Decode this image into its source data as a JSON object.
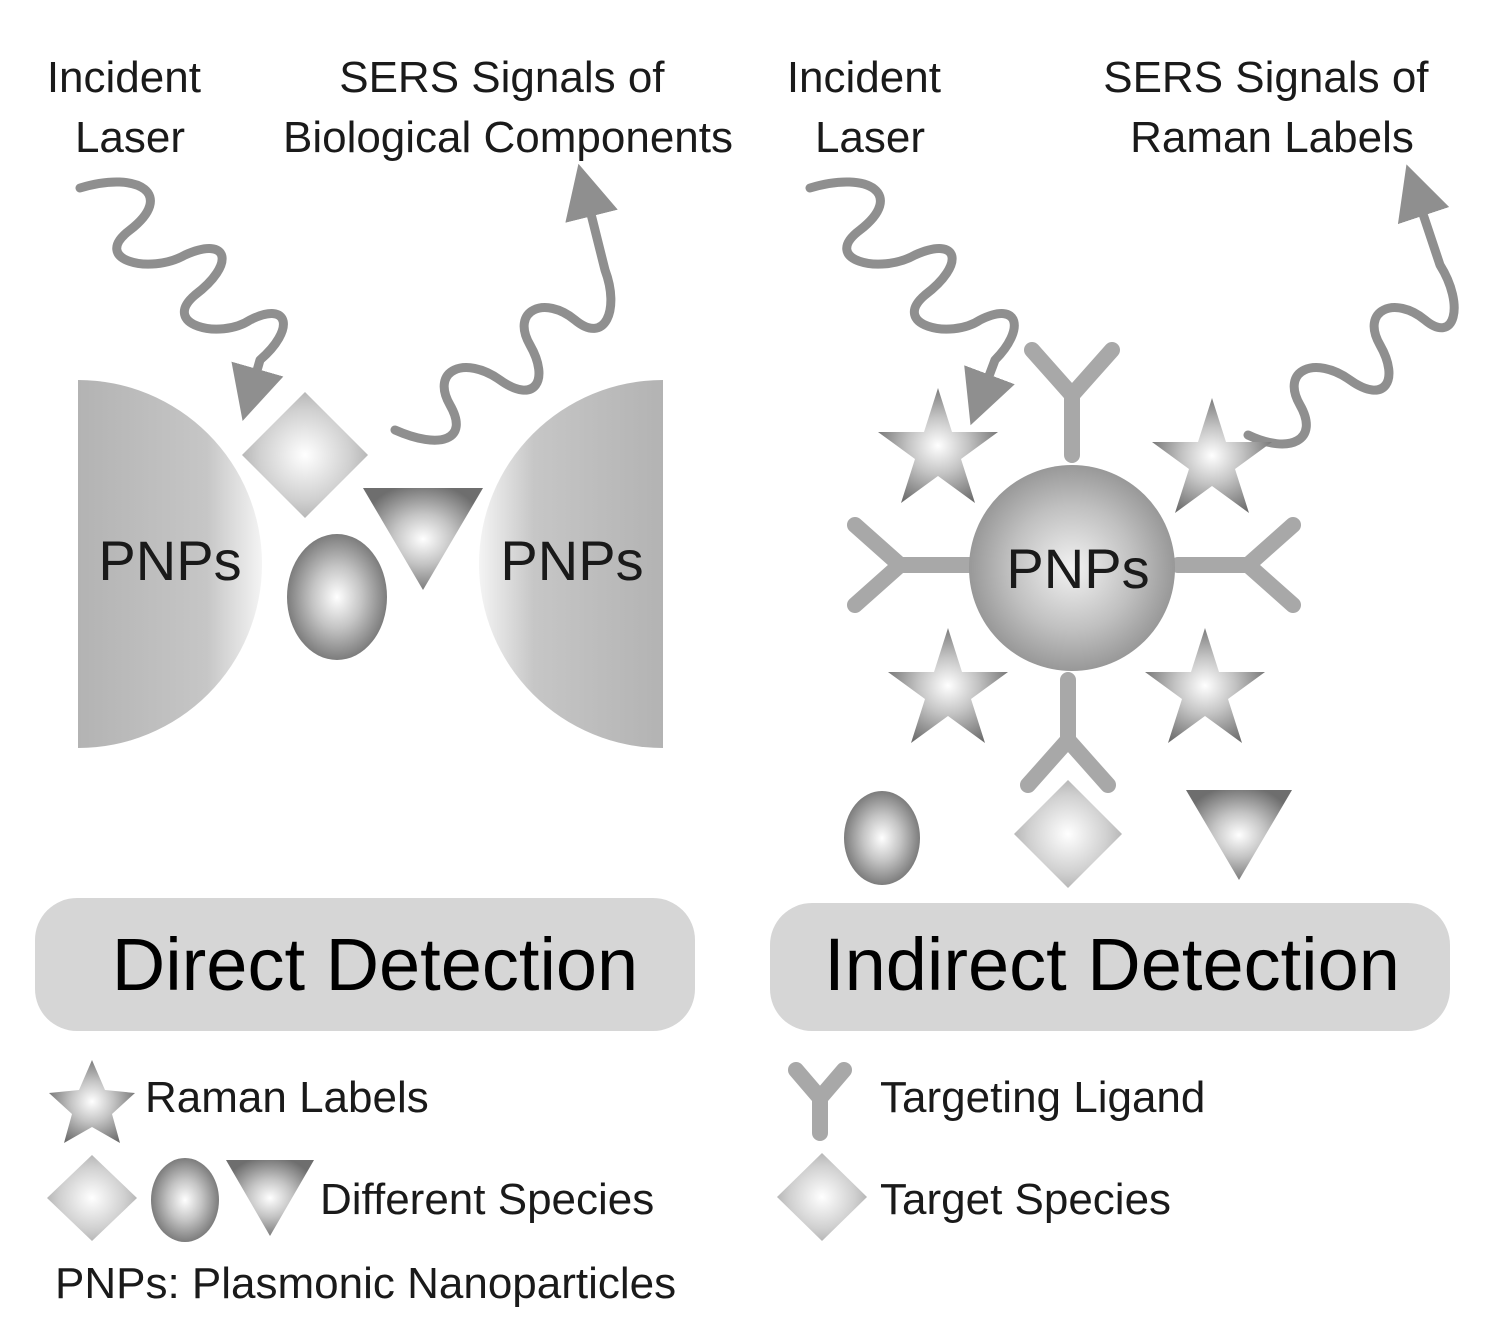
{
  "direct": {
    "incident_laser": [
      "Incident",
      "Laser"
    ],
    "signal_label": [
      "SERS Signals of",
      "Biological Components"
    ],
    "pnp_left": "PNPs",
    "pnp_right": "PNPs",
    "title": "Direct Detection"
  },
  "indirect": {
    "incident_laser": [
      "Incident",
      "Laser"
    ],
    "signal_label": [
      "SERS Signals of",
      "Raman Labels"
    ],
    "pnp_center": "PNPs",
    "title": "Indirect Detection"
  },
  "legend": {
    "raman_labels": "Raman Labels",
    "different_species": "Different Species",
    "targeting_ligand": "Targeting Ligand",
    "target_species": "Target Species",
    "pnps_definition": "PNPs: Plasmonic Nanoparticles"
  },
  "colors": {
    "wave": "#8f8f8f",
    "shape_dark": "#6e6e6e",
    "shape_light": "#ffffff",
    "title_box": "#d6d6d6",
    "ligand": "#a8a8a8"
  }
}
